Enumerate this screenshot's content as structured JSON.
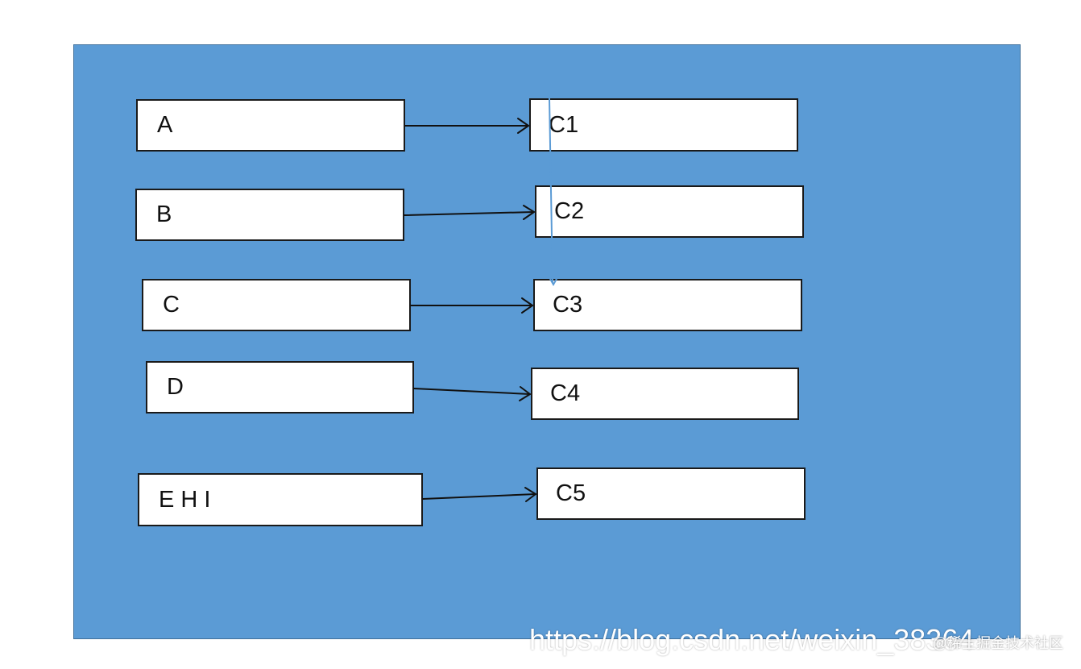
{
  "diagram": {
    "left_nodes": [
      {
        "label": "A"
      },
      {
        "label": "B"
      },
      {
        "label": "C"
      },
      {
        "label": "D"
      },
      {
        "label": "E H I"
      }
    ],
    "right_nodes": [
      {
        "label": "C1"
      },
      {
        "label": "C2"
      },
      {
        "label": "C3"
      },
      {
        "label": "C4"
      },
      {
        "label": "C5"
      }
    ],
    "edges": [
      {
        "from": "A",
        "to": "C1"
      },
      {
        "from": "B",
        "to": "C2"
      },
      {
        "from": "C",
        "to": "C3"
      },
      {
        "from": "D",
        "to": "C4"
      },
      {
        "from": "E H I",
        "to": "C5"
      }
    ],
    "colors": {
      "canvas": "#5b9bd5",
      "box": "#ffffff",
      "stroke": "#1a1a1a"
    }
  },
  "watermark": "https://blog.csdn.net/weixin_38364",
  "credit": "@稀土掘金技术社区"
}
